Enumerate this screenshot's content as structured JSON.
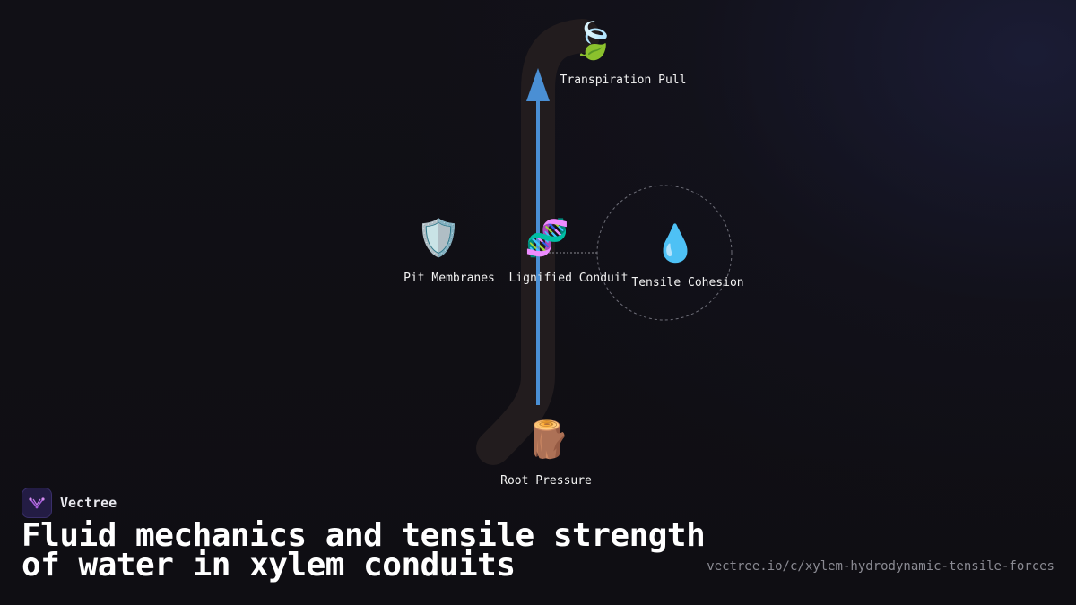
{
  "diagram": {
    "nodes": {
      "transpiration": {
        "icon": "leaf-fluttering-in-wind-icon",
        "glyph": "🍃",
        "label": "Transpiration Pull"
      },
      "pit_membranes": {
        "icon": "shield-icon",
        "glyph": "🛡️",
        "label": "Pit Membranes"
      },
      "lignified_conduit": {
        "icon": "dna-icon",
        "glyph": "🧬",
        "label": "Lignified Conduit"
      },
      "tensile_cohesion": {
        "icon": "droplet-icon",
        "glyph": "💧",
        "label": "Tensile Cohesion"
      },
      "root_pressure": {
        "icon": "wood-log-icon",
        "glyph": "🪵",
        "label": "Root Pressure"
      }
    },
    "colors": {
      "arrow": "#4a8fd4",
      "stem": "#221c1e",
      "cohesion_ring": "#6e6e78"
    }
  },
  "footer": {
    "brand_name": "Vectree",
    "title": "Fluid mechanics and tensile strength of water in xylem conduits",
    "url": "vectree.io/c/xylem-hydrodynamic-tensile-forces"
  }
}
